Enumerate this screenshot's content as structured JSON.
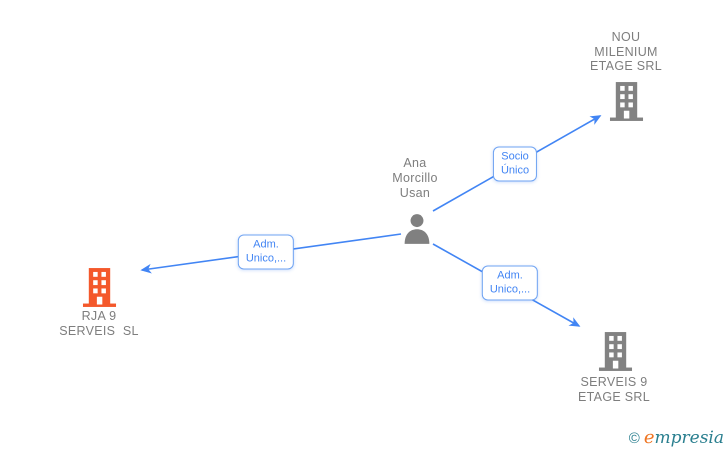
{
  "diagram": {
    "person": {
      "name": "Ana\nMorcillo\nUsan"
    },
    "companies": {
      "nou_milenium": {
        "name": "NOU\nMILENIUM\nETAGE SRL"
      },
      "rja9": {
        "name": "RJA 9\nSERVEIS  SL"
      },
      "serveis9": {
        "name": "SERVEIS 9\nETAGE SRL"
      }
    },
    "edges": {
      "socio": {
        "label": "Socio\nÚnico"
      },
      "adm_left": {
        "label": "Adm.\nUnico,..."
      },
      "adm_right": {
        "label": "Adm.\nUnico,..."
      }
    }
  },
  "watermark": {
    "copyright_symbol": "©",
    "brand_initial": "e",
    "brand_rest": "mpresia"
  },
  "colors": {
    "edge_blue": "#4285f4",
    "edge_box_border": "#6fa3f2",
    "node_text_gray": "#7e7e7e",
    "company_icon_gray": "#828282",
    "company_icon_orange": "#f4582b",
    "watermark_teal": "#2a7f8f",
    "watermark_orange": "#ef7522"
  }
}
